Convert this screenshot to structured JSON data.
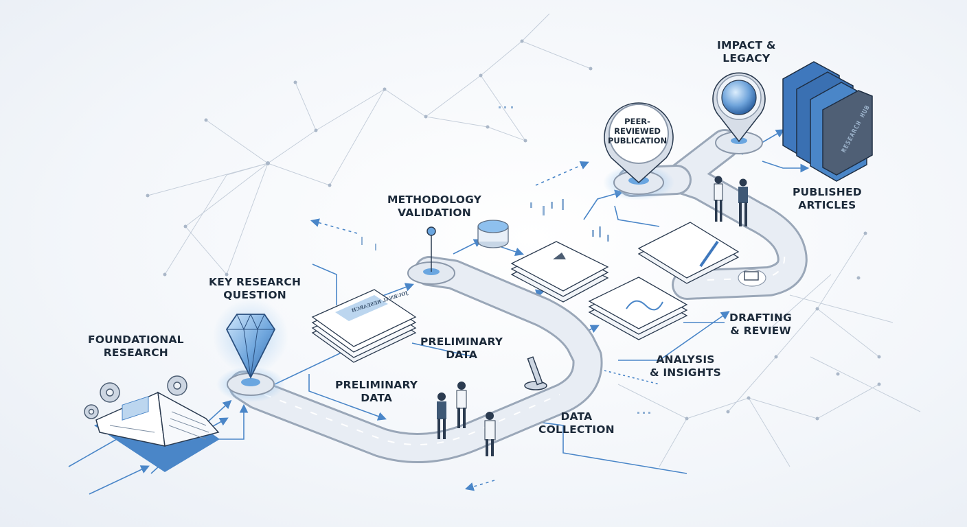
{
  "diagram": {
    "stages": {
      "foundational_research": [
        "FOUNDATIONAL",
        "RESEARCH"
      ],
      "key_research_question": [
        "KEY RESEARCH",
        "QUESTION"
      ],
      "preliminary_data_upper": [
        "PRELIMINARY",
        "DATA"
      ],
      "preliminary_data_lower": [
        "PRELIMINARY",
        "DATA"
      ],
      "methodology_validation": [
        "METHODOLOGY",
        "VALIDATION"
      ],
      "data_collection": [
        "DATA",
        "COLLECTION"
      ],
      "analysis_insights": [
        "ANALYSIS",
        "& INSIGHTS"
      ],
      "drafting_review": [
        "DRAFTING",
        "& REVIEW"
      ],
      "peer_reviewed_publication": [
        "PEER-",
        "REVIEWED",
        "PUBLICATION"
      ],
      "impact_legacy": [
        "IMPACT &",
        "LEGACY"
      ],
      "published_articles": [
        "PUBLISHED",
        "ARTICLES"
      ]
    },
    "book_spine_text": [
      "RESEARCH",
      "HUB"
    ],
    "journal_header_text": "JOURNAL RESEARCH",
    "colors": {
      "road": "#e6ebf2",
      "road_edge": "#9aa7b8",
      "accent_blue": "#4a86c8",
      "glow_blue": "#8ec0ee",
      "ink": "#1c2a3a",
      "book_blue": "#3f78bd"
    }
  }
}
